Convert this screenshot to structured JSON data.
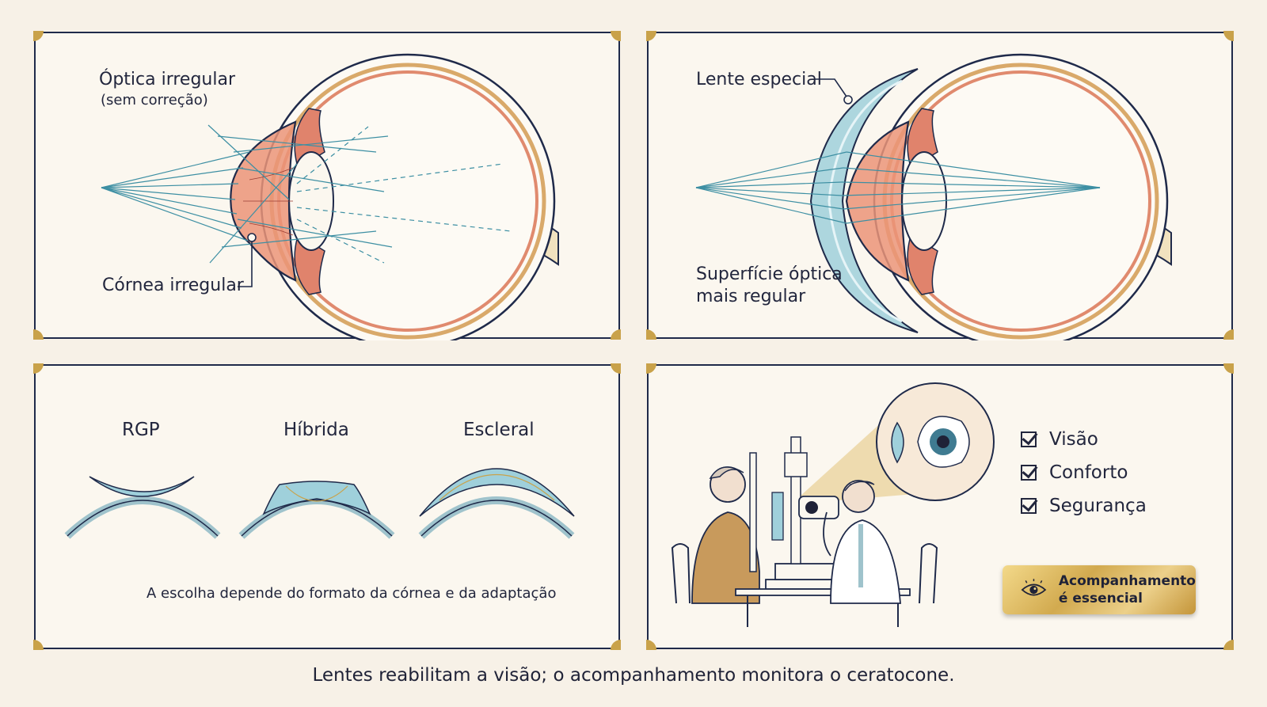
{
  "panel_top_left": {
    "title_line1": "Óptica irregular",
    "title_line2": "(sem correção)",
    "cornea_label": "Córnea irregular"
  },
  "panel_top_right": {
    "lens_label": "Lente especial",
    "surface_line1": "Superfície óptica",
    "surface_line2": "mais regular"
  },
  "panel_bottom_left": {
    "lens_types": [
      "RGP",
      "Híbrida",
      "Escleral"
    ],
    "caption": "A escolha depende do formato da córnea e da adaptação"
  },
  "panel_bottom_right": {
    "checklist": [
      "Visão",
      "Conforto",
      "Segurança"
    ],
    "badge_line1": "Acompanhamento",
    "badge_line2": "é essencial"
  },
  "footer": "Lentes reabilitam a visão; o acompanhamento monitora o ceratocone.",
  "colors": {
    "frame": "#1f2a4a",
    "gold": "#c9a24a",
    "background": "#f7f1e7",
    "panel": "#fbf7ef",
    "ray": "#3d8fa3",
    "muscle": "#e0836c",
    "lens_blue": "#9fd0db"
  },
  "icons": [
    "eye-icon",
    "checkbox-icon",
    "slit-lamp-illustration"
  ]
}
